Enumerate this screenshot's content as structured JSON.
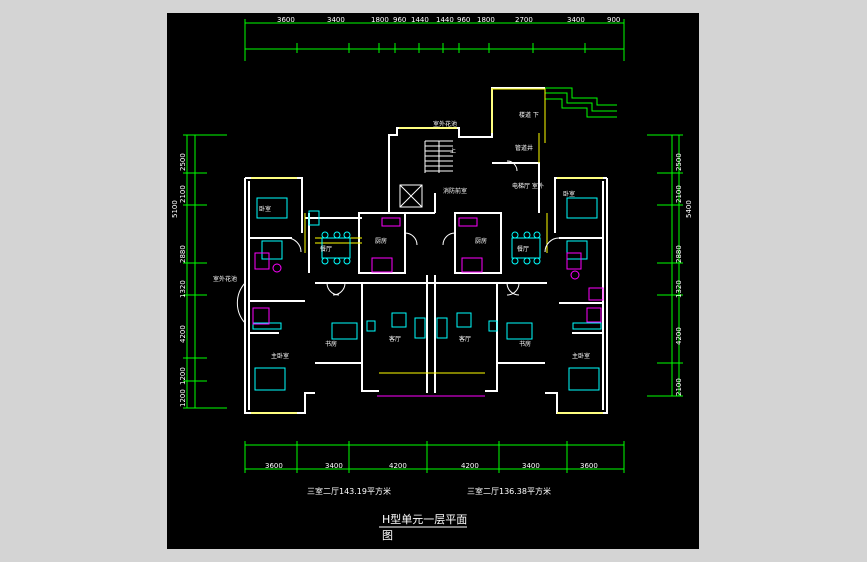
{
  "drawing": {
    "top_dims": [
      "3600",
      "3400",
      "1800",
      "960",
      "1440",
      "1440",
      "960",
      "1800",
      "2700",
      "3400",
      "900"
    ],
    "bottom_dims": [
      "3600",
      "3400",
      "4200",
      "4200",
      "3400",
      "3600"
    ],
    "left_dims": [
      "2500",
      "2100",
      "2880",
      "1320",
      "4200",
      "1200",
      "1200"
    ],
    "right_dims": [
      "2500",
      "2100",
      "2880",
      "1320",
      "4200",
      "2100"
    ],
    "side_total_left": "5100",
    "side_total_right": "5400",
    "rooms": {
      "bedroom_left": "卧室",
      "bedroom_right": "卧室",
      "dining_left": "餐厅",
      "dining_right": "餐厅",
      "kitchen_left": "厨房",
      "kitchen_right": "厨房",
      "living_left": "客厅",
      "living_right": "客厅",
      "master_left": "主卧室",
      "master_right": "主卧室",
      "study_left": "书房",
      "study_right": "书房",
      "garden_left": "室外花池",
      "garden_top": "室外花池",
      "stairs_up": "上",
      "entrance": "楼道 下",
      "equip": "管道井",
      "smoke_shaft": "消防前室",
      "elevator_hall": "电梯厅 室外"
    },
    "caption_left": "三室二厅143.19平方米",
    "caption_right": "三室二厅136.38平方米",
    "title": "H型单元一层平面",
    "title_line2": "图"
  },
  "colors": {
    "background": "#000000",
    "dimension": "#00ff00",
    "wall": "#ffffff",
    "furniture": "#00ffff",
    "fixture": "#ff00ff",
    "window": "#ffff00"
  }
}
